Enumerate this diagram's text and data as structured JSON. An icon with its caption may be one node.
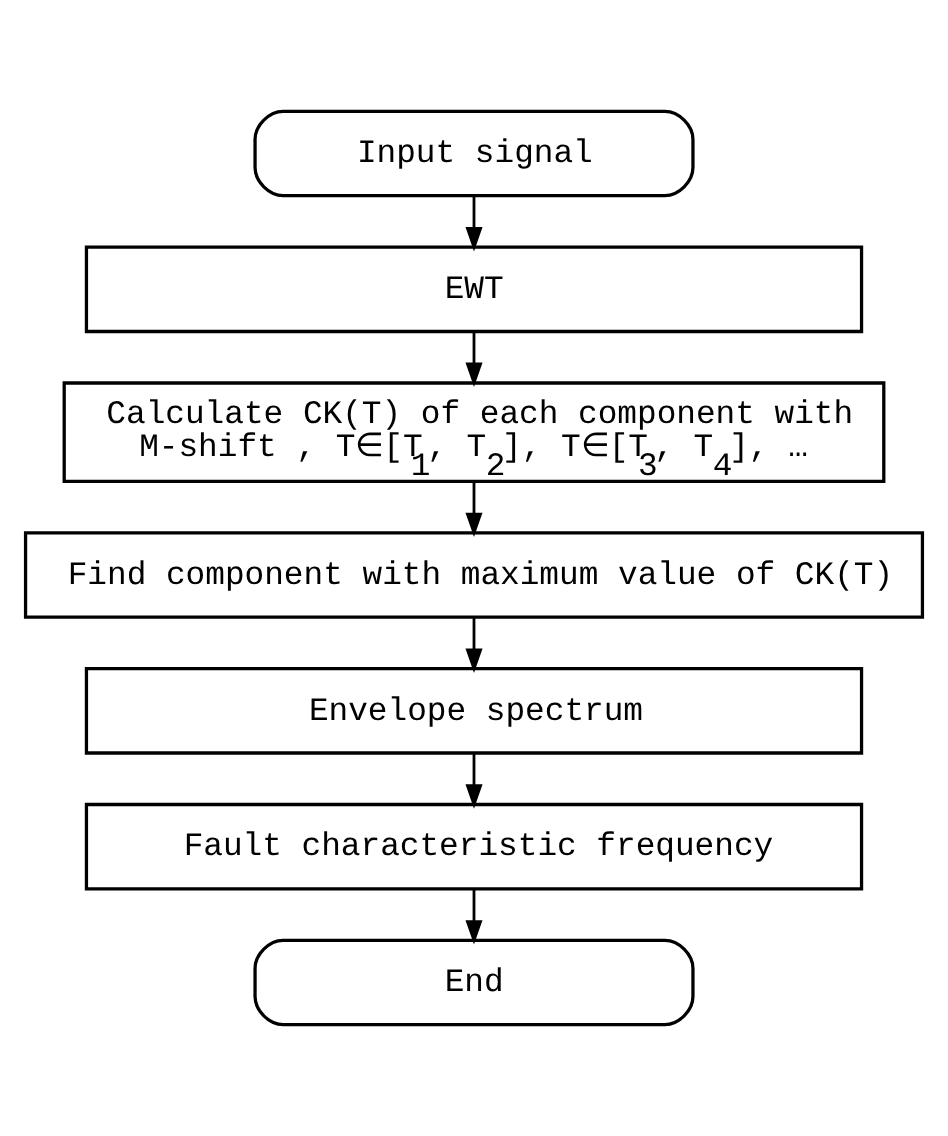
{
  "diagram": {
    "nodes": [
      {
        "text": [
          "Input signal"
        ]
      },
      {
        "text": [
          "EWT"
        ]
      },
      {
        "text": [
          "Calculate CK(T) of each component with M-shift , T∈[T$_{1}$, T$_{2}$], T∈[T$_{3}$, T$_{4}$], …"
        ]
      },
      {
        "text": [
          "Find component with maximum value of CK(T)"
        ]
      },
      {
        "text": [
          "Envelope spectrum"
        ]
      },
      {
        "text": [
          "Fault characteristic frequency"
        ]
      },
      {
        "text": [
          "End"
        ]
      }
    ],
    "edges": [
      {
        "from": 0,
        "to": 1,
        "arrow": "to"
      },
      {
        "from": 1,
        "to": 2,
        "arrow": "to"
      },
      {
        "from": 2,
        "to": 3,
        "arrow": "to"
      },
      {
        "from": 3,
        "to": 4,
        "arrow": "to"
      },
      {
        "from": 4,
        "to": 5,
        "arrow": "to"
      },
      {
        "from": 5,
        "to": 6,
        "arrow": "to"
      }
    ]
  }
}
